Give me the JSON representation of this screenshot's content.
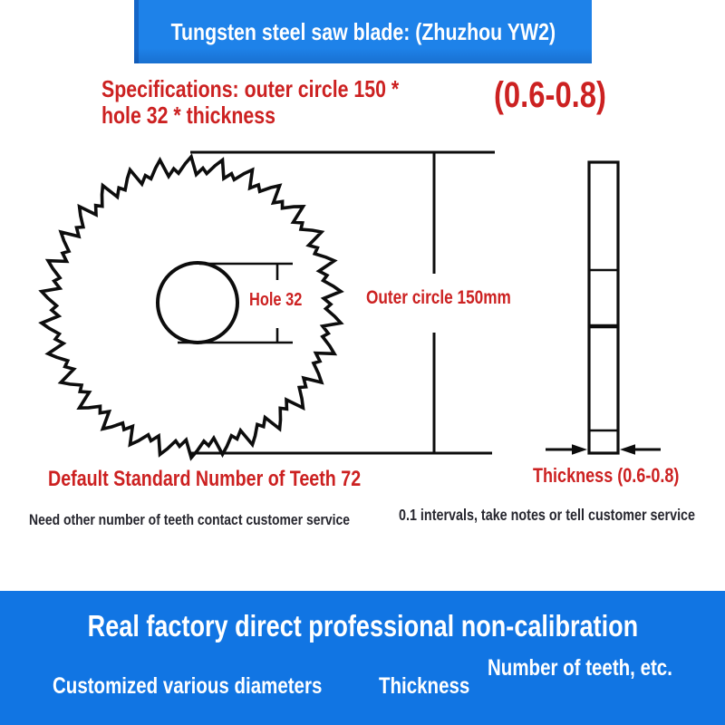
{
  "colors": {
    "banner_blue": "#1e82e9",
    "banner_blue_dark": "#1566c8",
    "bottom_blue": "#1175e3",
    "red": "#cc2121",
    "ink": "#26262e",
    "drawing_ink": "#0d0d0d"
  },
  "header": {
    "title": "Tungsten steel saw blade: (Zhuzhou YW2)"
  },
  "specs": {
    "line1": "Specifications: outer circle 150 *",
    "line2": "hole 32 * thickness",
    "range": "(0.6-0.8)"
  },
  "diagram": {
    "hole_label": "Hole 32",
    "outer_label": "Outer circle 150mm",
    "thickness_label": "Thickness (0.6-0.8)",
    "teeth_default": "Default Standard Number of Teeth 72",
    "teeth_note": "Need other number of teeth contact customer service",
    "thickness_note": "0.1 intervals, take notes or tell customer service",
    "teeth_count_drawn": 30
  },
  "footer": {
    "heading": "Real factory direct professional non-calibration",
    "items": [
      "Customized various diameters",
      "Thickness",
      "Number of teeth, etc."
    ]
  }
}
